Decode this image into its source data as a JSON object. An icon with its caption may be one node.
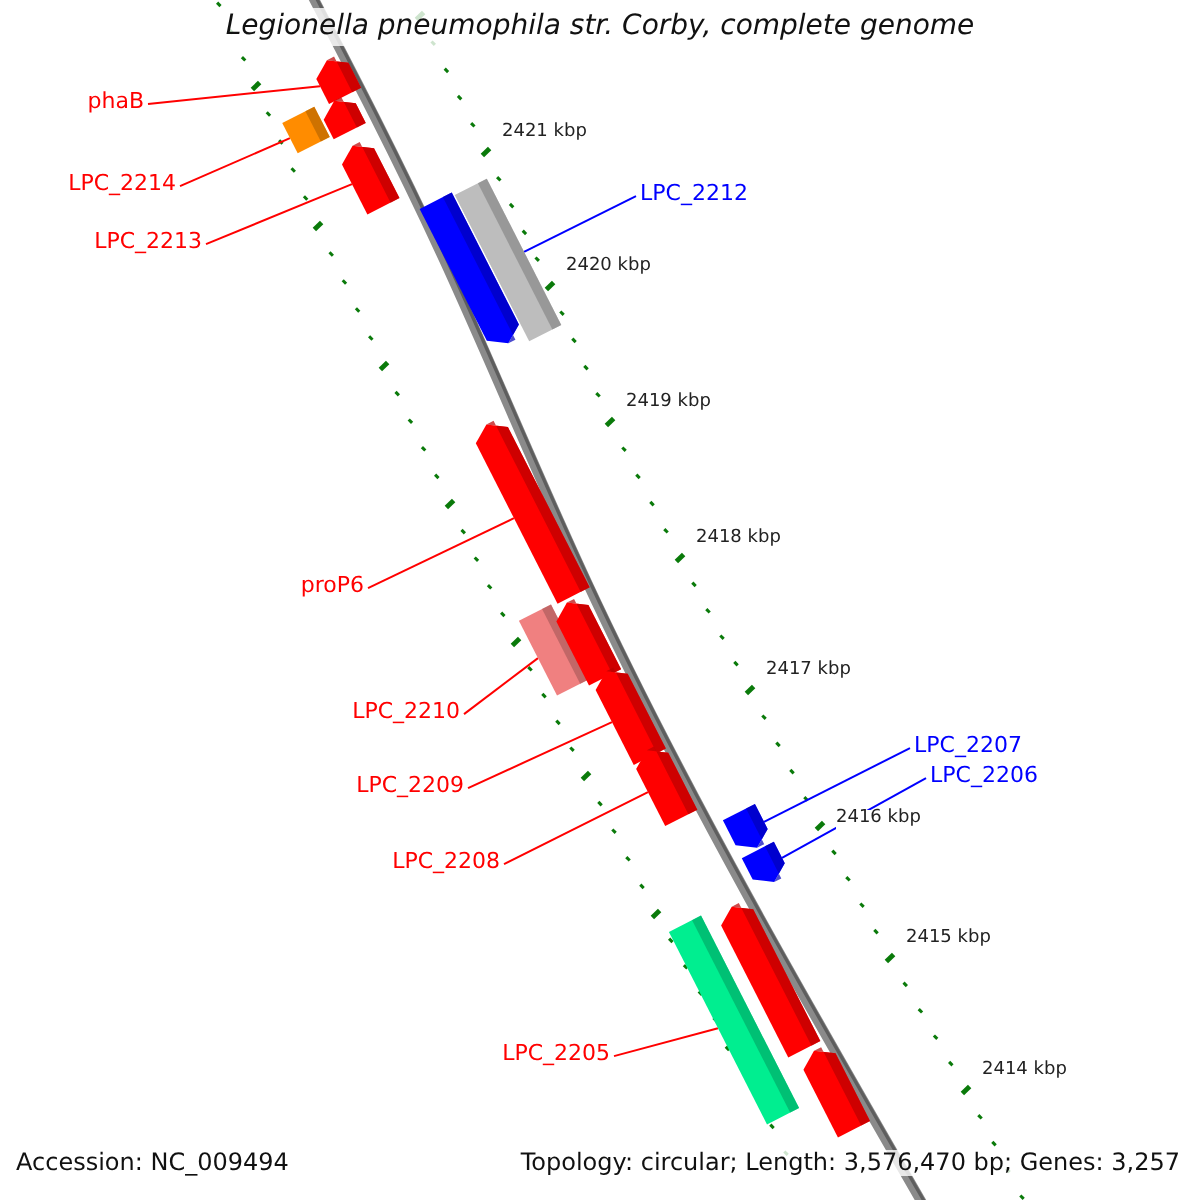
{
  "diagram": {
    "title": "Legionella pneumophila str. Corby, complete genome",
    "nodes": [
      {
        "text": [
          "phaB"
        ]
      },
      {
        "text": [
          "LPC_2212"
        ]
      },
      {
        "text": [
          "LPC_2214"
        ]
      },
      {
        "text": [
          "LPC_2213"
        ]
      },
      {
        "text": [
          "proP6"
        ]
      },
      {
        "text": [
          "LPC_2210"
        ]
      },
      {
        "text": [
          "LPC_2207"
        ]
      },
      {
        "text": [
          "LPC_2206"
        ]
      },
      {
        "text": [
          "LPC_2209"
        ]
      },
      {
        "text": [
          "LPC_2208"
        ]
      },
      {
        "text": [
          "LPC_2205"
        ]
      },
      {
        "text": [],
        "shape": "arrow"
      },
      {
        "text": [],
        "shape": "box"
      },
      {
        "text": [],
        "shape": "arrow"
      },
      {
        "text": [],
        "shape": "arrow"
      },
      {
        "text": [],
        "shape": "arrow"
      },
      {
        "text": [],
        "shape": "box"
      },
      {
        "text": [],
        "shape": "arrow"
      },
      {
        "text": [],
        "shape": "box"
      },
      {
        "text": [],
        "shape": "arrow"
      },
      {
        "text": [],
        "shape": "arrow"
      },
      {
        "text": [],
        "shape": "arrow"
      },
      {
        "text": [],
        "shape": "arrow"
      },
      {
        "text": [],
        "shape": "arrow"
      },
      {
        "text": [],
        "shape": "box"
      },
      {
        "text": [],
        "shape": "arrow"
      },
      {
        "text": [],
        "shape": "arrow"
      }
    ],
    "edges": [
      {
        "from": 0,
        "to": 11,
        "arrow": "none"
      },
      {
        "from": 1,
        "to": 16,
        "arrow": "none",
        "color": "#0000ff"
      },
      {
        "from": 2,
        "to": 12,
        "arrow": "none"
      },
      {
        "from": 3,
        "to": 14,
        "arrow": "none"
      },
      {
        "from": 4,
        "to": 17,
        "arrow": "none"
      },
      {
        "from": 5,
        "to": 18,
        "arrow": "none"
      },
      {
        "from": 6,
        "to": 22,
        "arrow": "none",
        "color": "#0000ff"
      },
      {
        "from": 7,
        "to": 23,
        "arrow": "none",
        "color": "#0000ff"
      },
      {
        "from": 8,
        "to": 20,
        "arrow": "none"
      },
      {
        "from": 9,
        "to": 21,
        "arrow": "none"
      },
      {
        "from": 10,
        "to": 24,
        "arrow": "none"
      }
    ],
    "labels": [
      "2421 kbp",
      "2420 kbp",
      "2419 kbp",
      "2418 kbp",
      "2417 kbp",
      "2416 kbp",
      "2415 kbp",
      "2414 kbp",
      "Accession: NC_009494",
      "Topology: circular; Length: 3,576,470 bp; Genes: 3,257"
    ]
  }
}
